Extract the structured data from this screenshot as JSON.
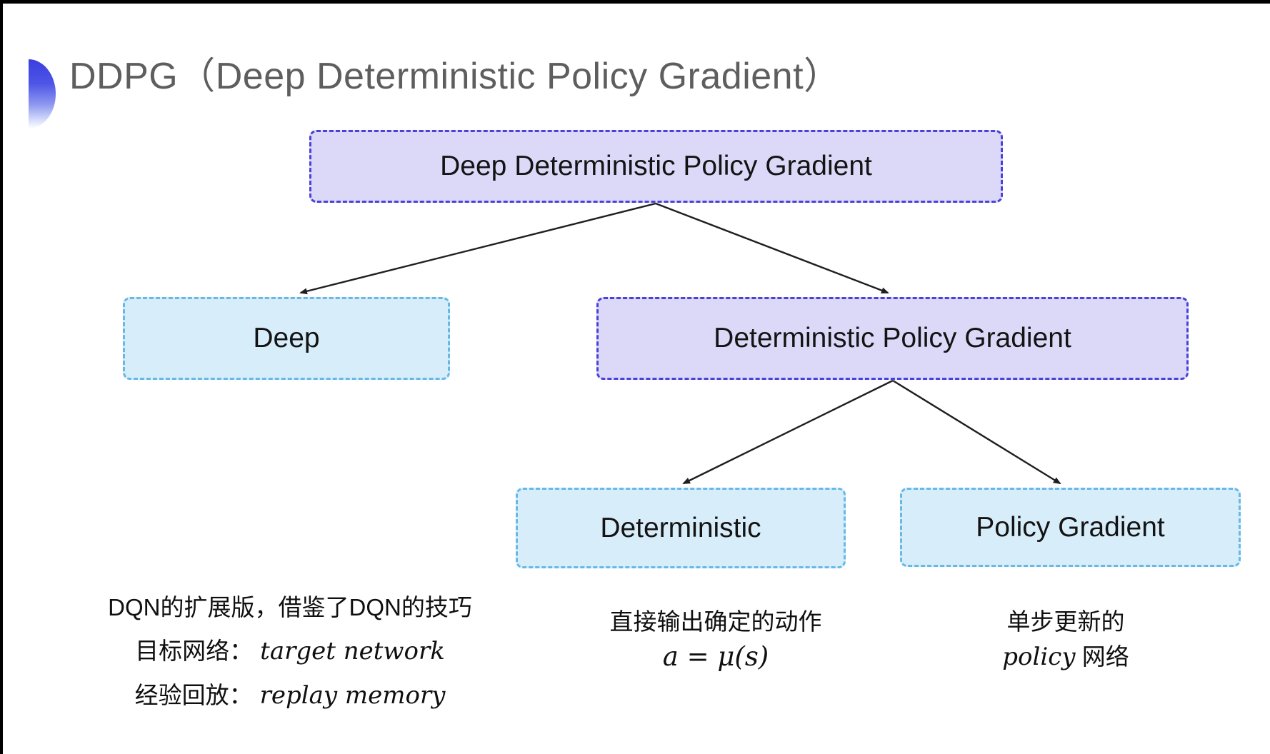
{
  "slide": {
    "title": "DDPG（Deep Deterministic Policy Gradient）"
  },
  "tree": {
    "root": {
      "label": "Deep Deterministic Policy Gradient"
    },
    "children": [
      {
        "id": "deep",
        "label": "Deep"
      },
      {
        "id": "dpg",
        "label": "Deterministic Policy Gradient"
      }
    ],
    "grandchildren": [
      {
        "id": "deterministic",
        "label": "Deterministic"
      },
      {
        "id": "policy-gradient",
        "label": "Policy Gradient"
      }
    ]
  },
  "notes": {
    "deep": {
      "line1": "DQN的扩展版，借鉴了DQN的技巧",
      "target_label": "目标网络：",
      "target_value": "target network",
      "replay_label": "经验回放：",
      "replay_value": "replay memory"
    },
    "deterministic": {
      "line1": "直接输出确定的动作",
      "formula": "a = μ(s)"
    },
    "policy_gradient": {
      "line1": "单步更新的",
      "line2_italic": "policy",
      "line2_rest": " 网络"
    }
  },
  "colors": {
    "lavender_fill": "#dcd9f8",
    "lavender_border": "#4a42d8",
    "cyan_fill": "#d8edfa",
    "cyan_border": "#66b9e6",
    "title_gray": "#5e5e5e",
    "bullet_blue": "#3b3ede",
    "arrow_black": "#1f1f1f"
  }
}
